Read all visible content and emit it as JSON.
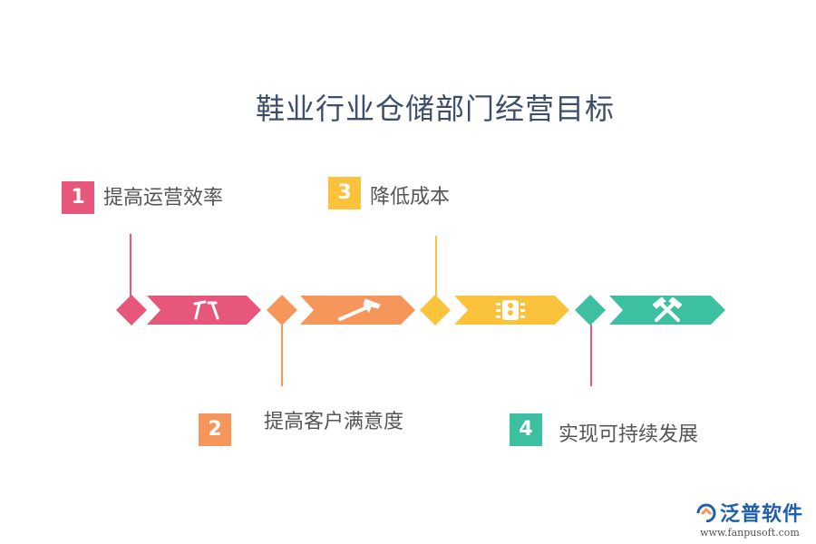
{
  "title": "鞋业行业仓储部门经营目标",
  "colors": {
    "step1": "#e7567b",
    "step2": "#f6965a",
    "step3": "#fbc23c",
    "step4": "#3dbfa1",
    "title": "#3d4e6b"
  },
  "steps": [
    {
      "number": "1",
      "label": "提高运营效率",
      "icon": "pliers-hammer-icon"
    },
    {
      "number": "2",
      "label": "提高客户满意度",
      "icon": "hammer-icon"
    },
    {
      "number": "3",
      "label": "降低成本",
      "icon": "traffic-light-icon"
    },
    {
      "number": "4",
      "label": "实现可持续发展",
      "icon": "crossed-hammers-icon"
    }
  ],
  "logo": {
    "name": "泛普软件",
    "url": "www.fanpusoft.com"
  }
}
